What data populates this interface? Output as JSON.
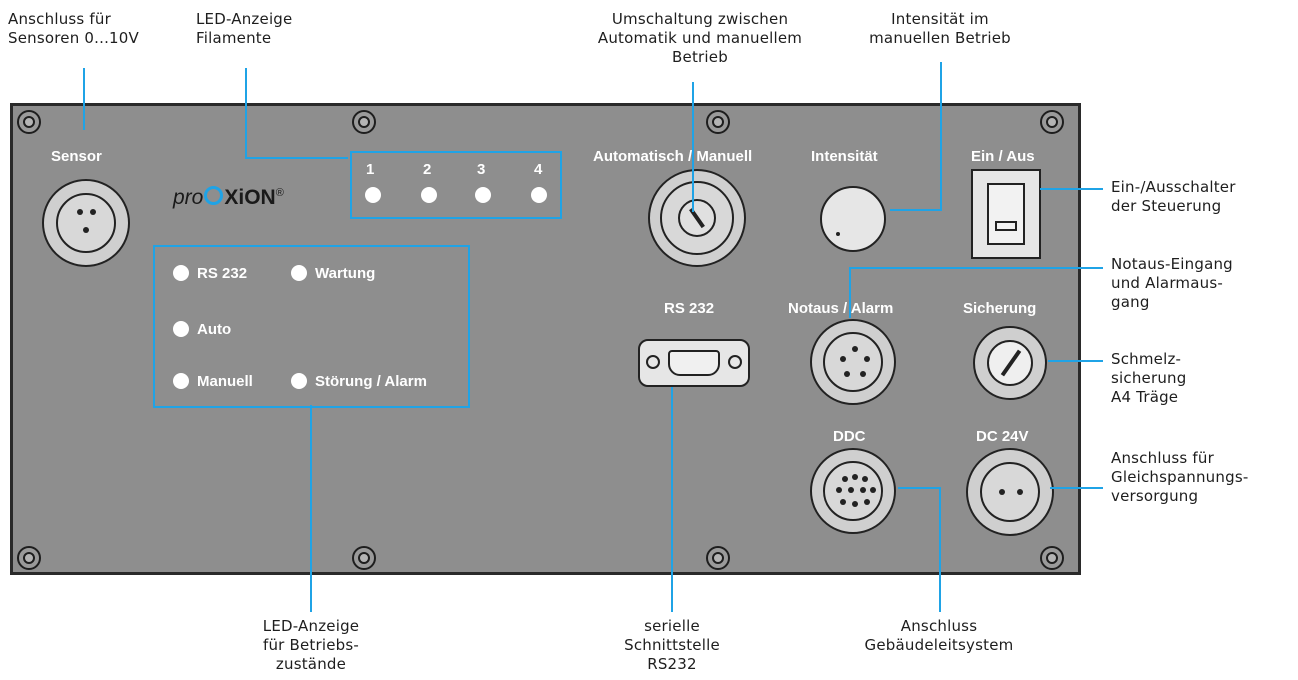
{
  "annotations": {
    "sensor": "Anschluss für\nSensoren 0...10V",
    "led_filament": "LED-Anzeige\nFilamente",
    "mode_switch": "Umschaltung zwischen\nAutomatik und manuellem\nBetrieb",
    "intensity": "Intensität im\nmanuellen Betrieb",
    "power_switch": "Ein-/Ausschalter\nder Steuerung",
    "emergency": "Notaus-Eingang\nund Alarmaus-\ngang",
    "fuse": "Schmelz-\nsicherung\nA4 Träge",
    "dc_supply": "Anschluss für\nGleichspannungs-\nversorgung",
    "led_status": "LED-Anzeige\nfür Betriebs-\nzustände",
    "serial": "serielle\nSchnittstelle\nRS232",
    "bms": "Anschluss\nGebäudeleitsystem"
  },
  "panel": {
    "brand_pro": "pro",
    "brand_oxion": "XiON",
    "brand_reg": "®",
    "labels": {
      "sensor": "Sensor",
      "mode": "Automatisch / Manuell",
      "intensity": "Intensität",
      "power": "Ein / Aus",
      "rs232": "RS 232",
      "emergency": "Notaus / Alarm",
      "fuse": "Sicherung",
      "ddc": "DDC",
      "dc24": "DC 24V"
    },
    "filaments": [
      "1",
      "2",
      "3",
      "4"
    ],
    "status_leds": {
      "rs232": "RS 232",
      "wartung": "Wartung",
      "auto": "Auto",
      "manuell": "Manuell",
      "stoerung": "Störung / Alarm"
    }
  },
  "colors": {
    "accent": "#1fa3e6",
    "panel": "#8e8e8e",
    "led": "#ffffff"
  }
}
